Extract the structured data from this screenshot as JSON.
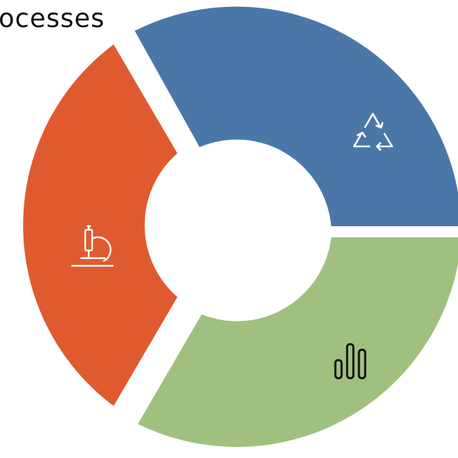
{
  "title": {
    "visible_text": "ocesses"
  },
  "segments": [
    {
      "id": "recycle",
      "color": "#4a77a8",
      "icon": "recycle-icon",
      "icon_color": "#ffffff"
    },
    {
      "id": "analytics",
      "color": "#a0c080",
      "icon": "bar-chart-icon",
      "icon_color": "#111111"
    },
    {
      "id": "research",
      "color": "#e05a30",
      "icon": "microscope-icon",
      "icon_color": "#ffffff"
    }
  ]
}
